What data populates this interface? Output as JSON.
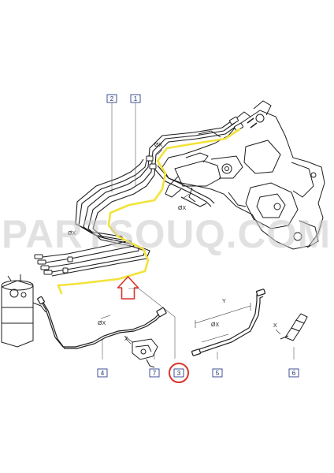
{
  "diagram": {
    "callouts": [
      {
        "id": "c2",
        "label": "2"
      },
      {
        "id": "c1",
        "label": "1"
      },
      {
        "id": "c4",
        "label": "4"
      },
      {
        "id": "c7",
        "label": "7"
      },
      {
        "id": "c3",
        "label": "3",
        "highlighted": true
      },
      {
        "id": "c5",
        "label": "5"
      },
      {
        "id": "c6",
        "label": "6"
      }
    ],
    "dimension_labels": {
      "dia_top": "ØX",
      "dia_left": "ØX",
      "dia_mid": "ØX",
      "dia_low": "ØX",
      "dia_clip": "ØX",
      "x_part4": "X",
      "x_part6": "X",
      "y_part5": "Y"
    },
    "watermark": "PARTSOUQ.COM",
    "colors": {
      "highlight_route": "#f2e33a",
      "arrow": "#d9342b",
      "selected_ring": "#d9342b",
      "callout_box": "#2b3f8a",
      "line": "#1e1e1e"
    }
  }
}
